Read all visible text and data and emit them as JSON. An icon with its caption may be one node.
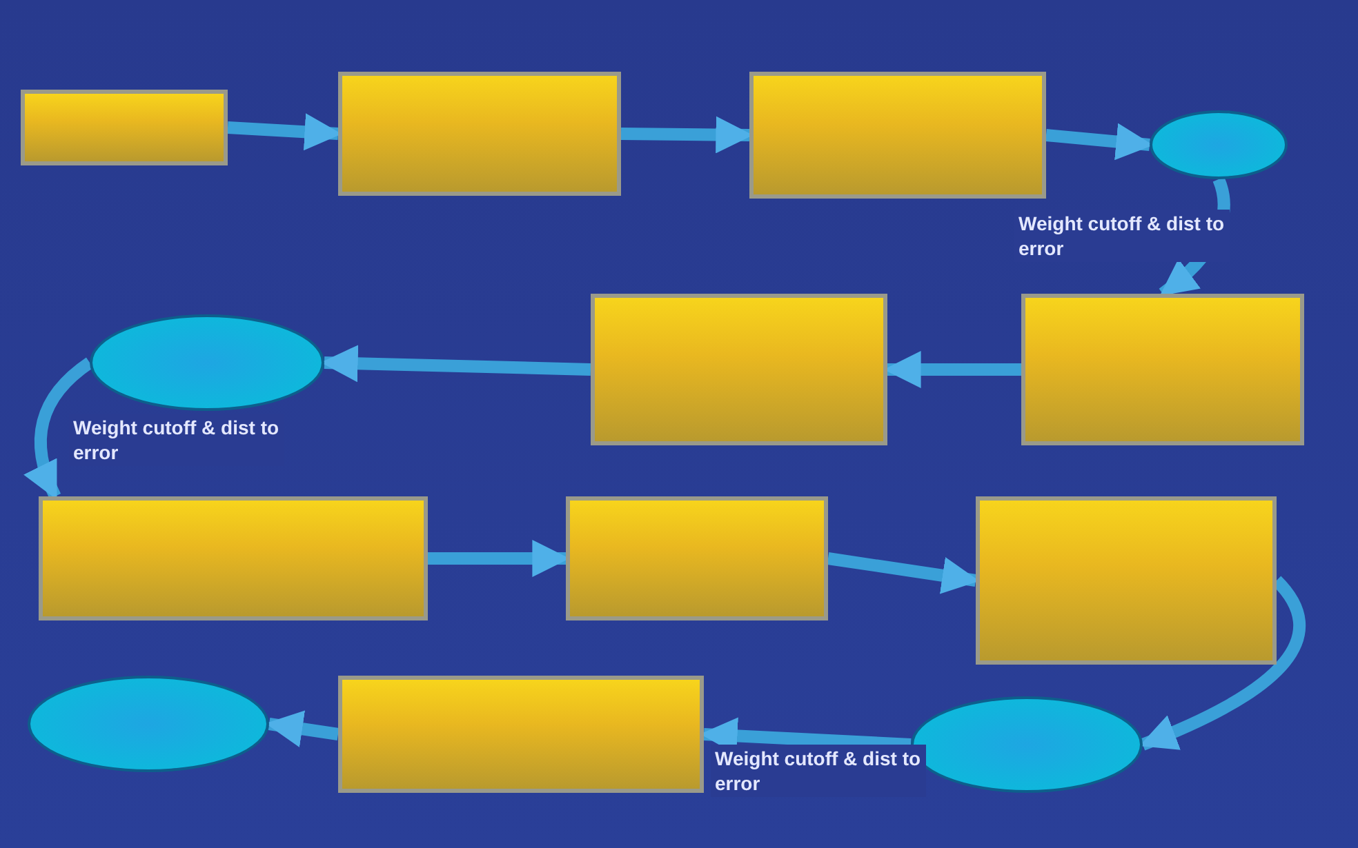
{
  "diagram": {
    "nodes": [
      {
        "text": [],
        "shape": "box"
      },
      {
        "text": [],
        "shape": "box"
      },
      {
        "text": [],
        "shape": "box"
      },
      {
        "text": [],
        "shape": "ellipse"
      },
      {
        "text": [],
        "shape": "box"
      },
      {
        "text": [],
        "shape": "box"
      },
      {
        "text": [],
        "shape": "ellipse"
      },
      {
        "text": [],
        "shape": "box"
      },
      {
        "text": [],
        "shape": "box"
      },
      {
        "text": [],
        "shape": "box"
      },
      {
        "text": [],
        "shape": "ellipse"
      },
      {
        "text": [],
        "shape": "box"
      },
      {
        "text": [],
        "shape": "ellipse"
      }
    ],
    "edges": [
      {
        "from": 0,
        "to": 1,
        "arrow": "to"
      },
      {
        "from": 1,
        "to": 2,
        "arrow": "to"
      },
      {
        "from": 2,
        "to": 3,
        "arrow": "to"
      },
      {
        "from": 3,
        "to": 4,
        "arrow": "to",
        "label": "Weight cutoff & dist to error"
      },
      {
        "from": 4,
        "to": 5,
        "arrow": "to"
      },
      {
        "from": 5,
        "to": 6,
        "arrow": "to"
      },
      {
        "from": 6,
        "to": 7,
        "arrow": "to",
        "label": "Weight cutoff & dist to error"
      },
      {
        "from": 7,
        "to": 8,
        "arrow": "to"
      },
      {
        "from": 8,
        "to": 9,
        "arrow": "to"
      },
      {
        "from": 9,
        "to": 10,
        "arrow": "to"
      },
      {
        "from": 10,
        "to": 11,
        "arrow": "to",
        "label": "Weight cutoff & dist to error"
      },
      {
        "from": 11,
        "to": 12,
        "arrow": "to"
      }
    ]
  }
}
